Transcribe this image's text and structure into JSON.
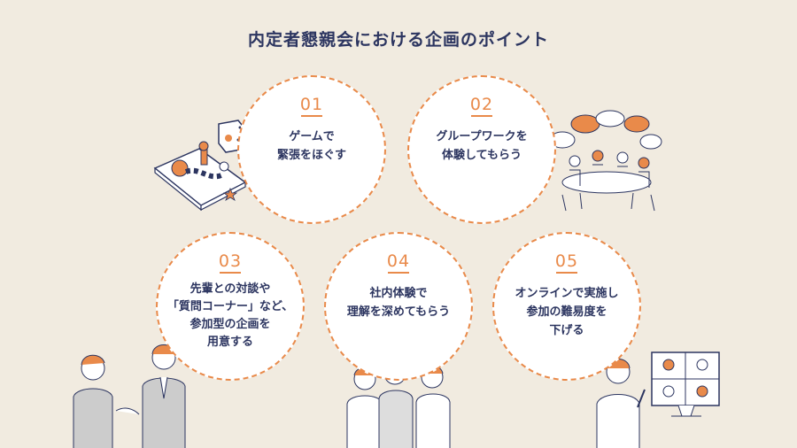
{
  "title": "内定者懇親会における企画のポイント",
  "points": [
    {
      "num": "01",
      "label": "ゲームで\n緊張をほぐす"
    },
    {
      "num": "02",
      "label": "グループワークを\n体験してもらう"
    },
    {
      "num": "03",
      "label": "先輩との対談や\n「質問コーナー」など、\n参加型の企画を\n用意する"
    },
    {
      "num": "04",
      "label": "社内体験で\n理解を深めてもらう"
    },
    {
      "num": "05",
      "label": "オンラインで実施し\n参加の難易度を\n下げる"
    }
  ],
  "colors": {
    "accent": "#e98a4a",
    "navy": "#2c3560",
    "background": "#f1ebe0"
  },
  "illustrations": [
    "board-game-dice",
    "group-discussion-table",
    "senior-talk-pair",
    "office-visit-group",
    "online-video-call"
  ]
}
